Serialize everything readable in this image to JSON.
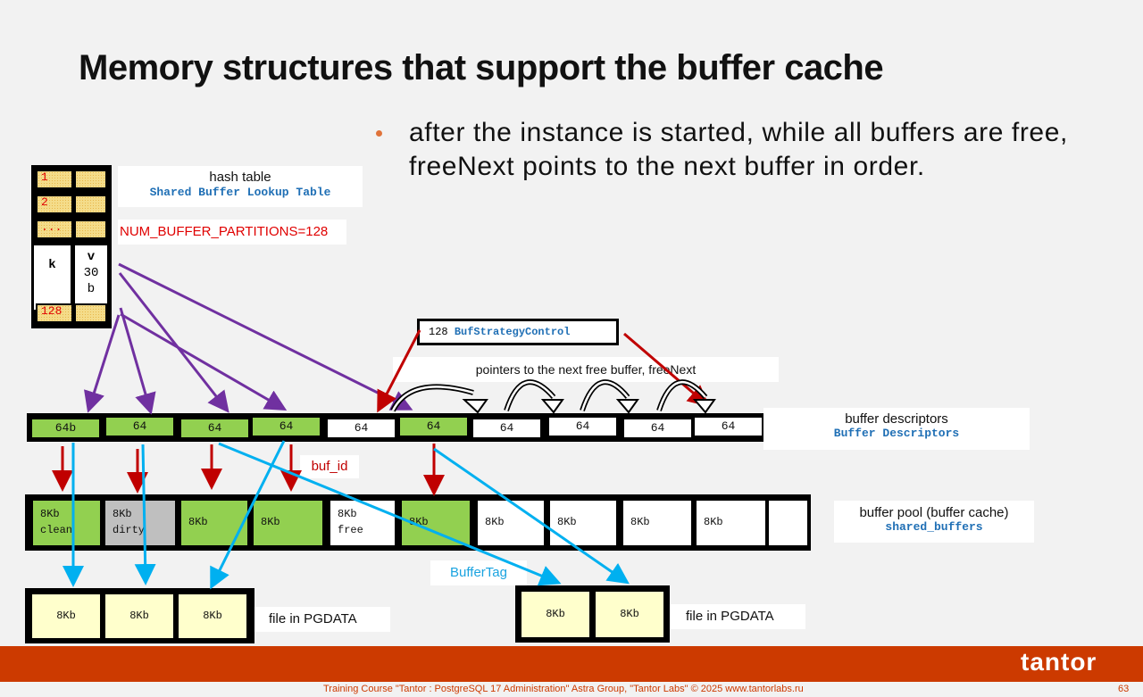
{
  "slide": {
    "title": "Memory structures that support the buffer cache",
    "bullet": "after the instance is started, while all buffers are free, freeNext points to the next buffer in order.",
    "page_number": "63",
    "footer": "Training Course \"Tantor : PostgreSQL 17 Administration\" Astra Group, \"Tantor Labs\" © 2025  www.tantorlabs.ru",
    "logo_text": "tantor",
    "colors": {
      "accent": "#cc3a00",
      "green": "#92d050",
      "purple": "#7030a0",
      "red": "#c00000",
      "cyan": "#00b0f0",
      "label_blue": "#1f6fb5"
    }
  },
  "hash_table": {
    "caption": "hash table",
    "name": "Shared Buffer Lookup Table",
    "partitions_label": "NUM_BUFFER_PARTITIONS=128",
    "rows": [
      "1",
      "2",
      "...",
      "128"
    ],
    "key_label": "k",
    "value_label": "v",
    "value_size": "30",
    "value_unit": "b"
  },
  "strategy": {
    "count": "128",
    "name": "BufStrategyControl",
    "freenext_caption": "pointers to the next free buffer, freeNext"
  },
  "descriptors": {
    "caption": "buffer descriptors",
    "name": "Buffer Descriptors",
    "buf_id_label": "buf_id",
    "cells": [
      {
        "text": "64b",
        "state": "green"
      },
      {
        "text": "64",
        "state": "green"
      },
      {
        "text": "64",
        "state": "green"
      },
      {
        "text": "64",
        "state": "green"
      },
      {
        "text": "64",
        "state": "white"
      },
      {
        "text": "64",
        "state": "green"
      },
      {
        "text": "64",
        "state": "white"
      },
      {
        "text": "64",
        "state": "white"
      },
      {
        "text": "64",
        "state": "white"
      },
      {
        "text": "64",
        "state": "white"
      }
    ]
  },
  "pool": {
    "caption": "buffer pool (buffer cache)",
    "name": "shared_buffers",
    "buffertag_label": "BufferTag",
    "cells": [
      {
        "size": "8Kb",
        "status": "clean",
        "state": "green"
      },
      {
        "size": "8Kb",
        "status": "dirty",
        "state": "grey"
      },
      {
        "size": "8Kb",
        "status": "",
        "state": "green"
      },
      {
        "size": "8Kb",
        "status": "",
        "state": "green"
      },
      {
        "size": "8Kb",
        "status": "free",
        "state": "white"
      },
      {
        "size": "8Kb",
        "status": "",
        "state": "green"
      },
      {
        "size": "8Kb",
        "status": "",
        "state": "white"
      },
      {
        "size": "8Kb",
        "status": "",
        "state": "white"
      },
      {
        "size": "8Kb",
        "status": "",
        "state": "white"
      },
      {
        "size": "8Kb",
        "status": "",
        "state": "white"
      },
      {
        "size": "",
        "status": "",
        "state": "white"
      }
    ]
  },
  "files": [
    {
      "caption": "file in PGDATA",
      "blocks": [
        "8Kb",
        "8Kb",
        "8Kb"
      ]
    },
    {
      "caption": "file in PGDATA",
      "blocks": [
        "8Kb",
        "8Kb"
      ]
    }
  ]
}
